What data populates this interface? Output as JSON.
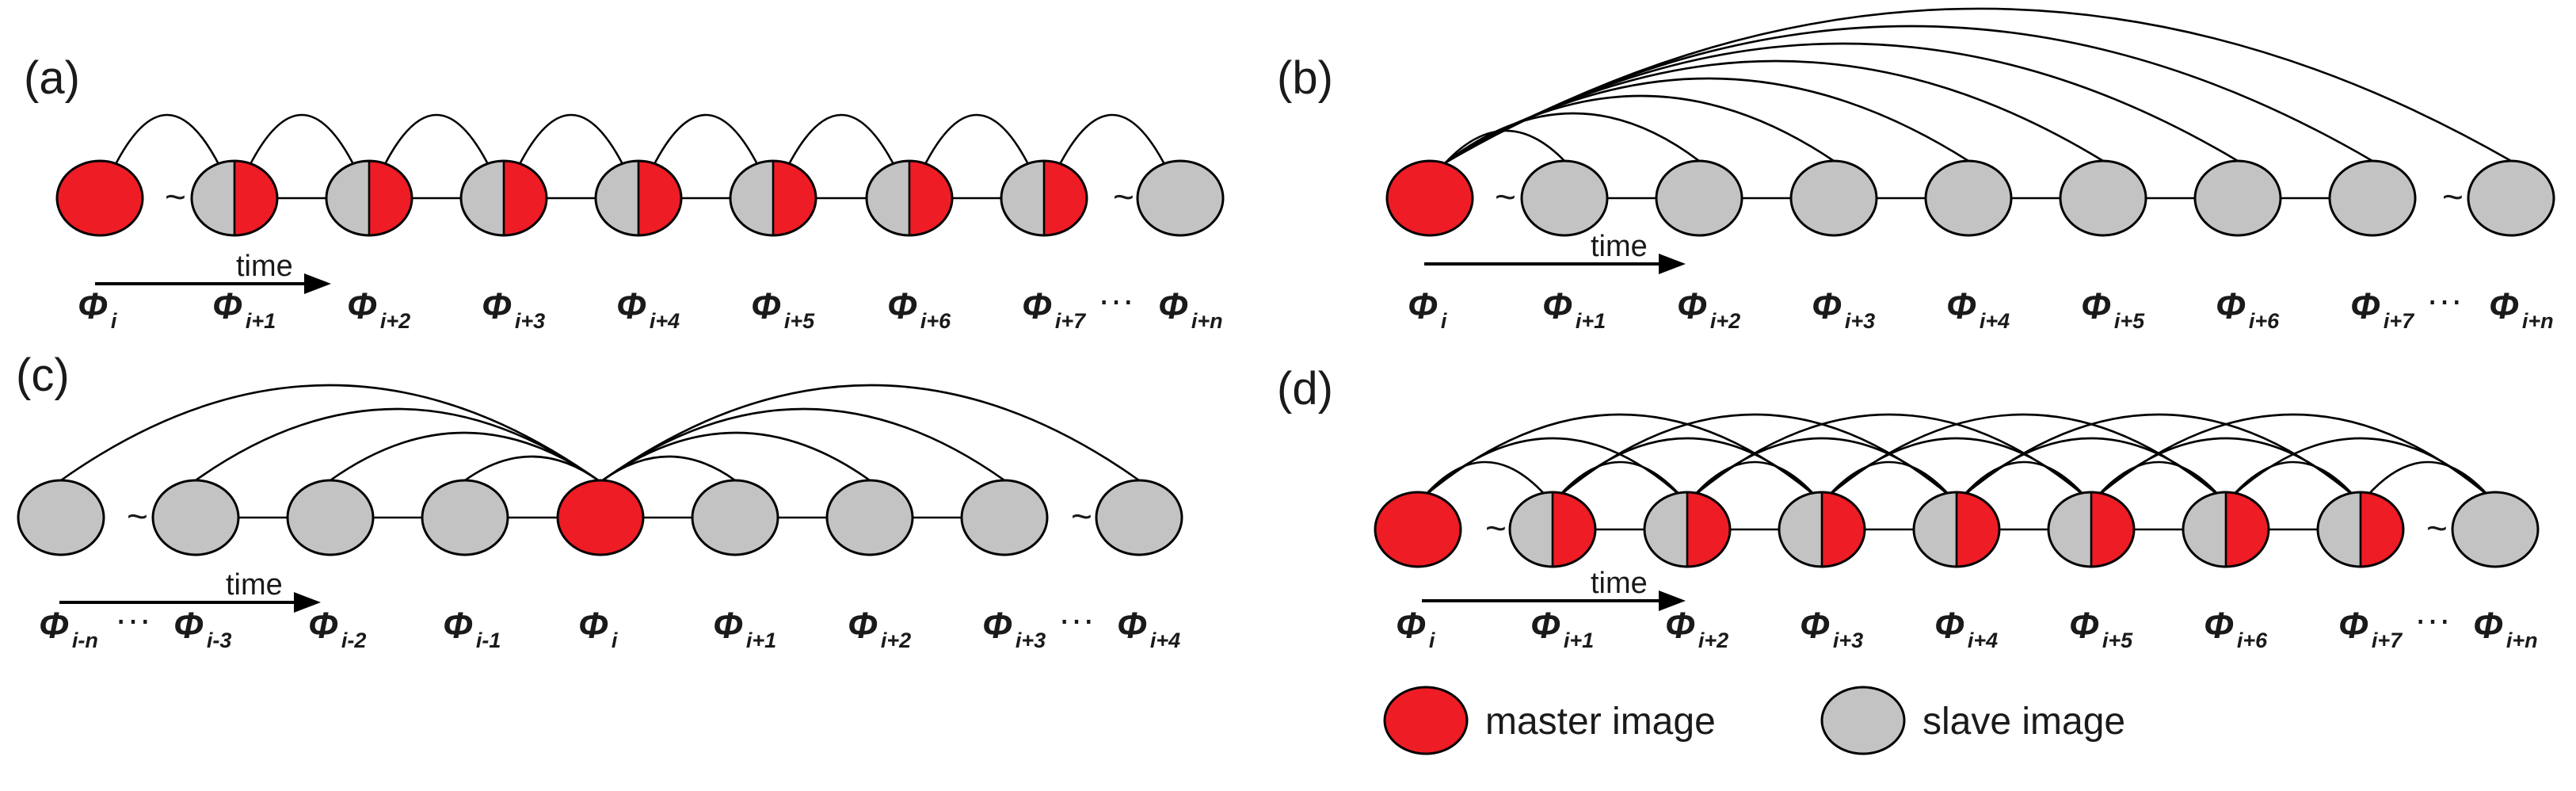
{
  "colors": {
    "master": "#ee1c25",
    "slave": "#c3c3c3"
  },
  "time_label": "time",
  "legend": {
    "master_label": "master image",
    "slave_label": "slave image"
  },
  "panels": [
    {
      "label": "(a)",
      "nodes": [
        "master",
        "half",
        "half",
        "half",
        "half",
        "half",
        "half",
        "half",
        "slave"
      ],
      "labels": [
        [
          "Φ",
          "i"
        ],
        [
          "Φ",
          "i+1"
        ],
        [
          "Φ",
          "i+2"
        ],
        [
          "Φ",
          "i+3"
        ],
        [
          "Φ",
          "i+4"
        ],
        [
          "Φ",
          "i+5"
        ],
        [
          "Φ",
          "i+6"
        ],
        [
          "Φ",
          "i+7"
        ],
        [
          "Φ",
          "i+n"
        ]
      ],
      "connections": "consecutive"
    },
    {
      "label": "(b)",
      "nodes": [
        "master",
        "slave",
        "slave",
        "slave",
        "slave",
        "slave",
        "slave",
        "slave",
        "slave"
      ],
      "labels": [
        [
          "Φ",
          "i"
        ],
        [
          "Φ",
          "i+1"
        ],
        [
          "Φ",
          "i+2"
        ],
        [
          "Φ",
          "i+3"
        ],
        [
          "Φ",
          "i+4"
        ],
        [
          "Φ",
          "i+5"
        ],
        [
          "Φ",
          "i+6"
        ],
        [
          "Φ",
          "i+7"
        ],
        [
          "Φ",
          "i+n"
        ]
      ],
      "connections": "single-master-first"
    },
    {
      "label": "(c)",
      "nodes": [
        "slave",
        "slave",
        "slave",
        "slave",
        "master",
        "slave",
        "slave",
        "slave",
        "slave"
      ],
      "labels": [
        [
          "Φ",
          "i-n"
        ],
        [
          "Φ",
          "i-3"
        ],
        [
          "Φ",
          "i-2"
        ],
        [
          "Φ",
          "i-1"
        ],
        [
          "Φ",
          "i"
        ],
        [
          "Φ",
          "i+1"
        ],
        [
          "Φ",
          "i+2"
        ],
        [
          "Φ",
          "i+3"
        ],
        [
          "Φ",
          "i+4"
        ]
      ],
      "connections": "single-master-center"
    },
    {
      "label": "(d)",
      "nodes": [
        "master",
        "half",
        "half",
        "half",
        "half",
        "half",
        "half",
        "half",
        "slave"
      ],
      "labels": [
        [
          "Φ",
          "i"
        ],
        [
          "Φ",
          "i+1"
        ],
        [
          "Φ",
          "i+2"
        ],
        [
          "Φ",
          "i+3"
        ],
        [
          "Φ",
          "i+4"
        ],
        [
          "Φ",
          "i+5"
        ],
        [
          "Φ",
          "i+6"
        ],
        [
          "Φ",
          "i+7"
        ],
        [
          "Φ",
          "i+n"
        ]
      ],
      "connections": "small-baseline"
    }
  ]
}
